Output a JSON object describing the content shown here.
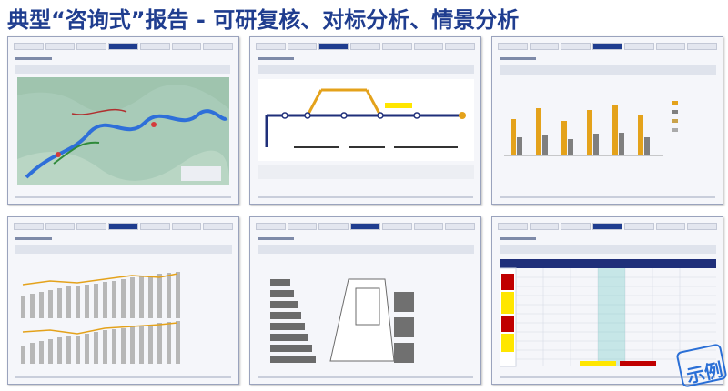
{
  "header": {
    "title": "典型“咨询式”报告 - 可研复核、对标分析、情景分析"
  },
  "colors": {
    "title": "#1f3d8f",
    "map_terrain": "#a8cbb8",
    "river": "#2e6fd9",
    "bar_gold": "#e4a21b",
    "bar_gray": "#7f7f7f",
    "table_red": "#c00000",
    "table_yellow": "#ffe600",
    "stamp_blue": "#2a6fd6"
  },
  "panels": [
    {
      "content": "map",
      "icon": "map-thumbnail"
    },
    {
      "content": "rail-diagram",
      "icon": "diagram-thumbnail"
    },
    {
      "content": "bar-chart",
      "icon": "chart-thumbnail"
    },
    {
      "content": "combo-chart",
      "icon": "chart-thumbnail"
    },
    {
      "content": "gdp-pyramid",
      "icon": "diagram-thumbnail"
    },
    {
      "content": "data-table",
      "icon": "table-thumbnail"
    }
  ],
  "stamp": {
    "label": "示例"
  }
}
